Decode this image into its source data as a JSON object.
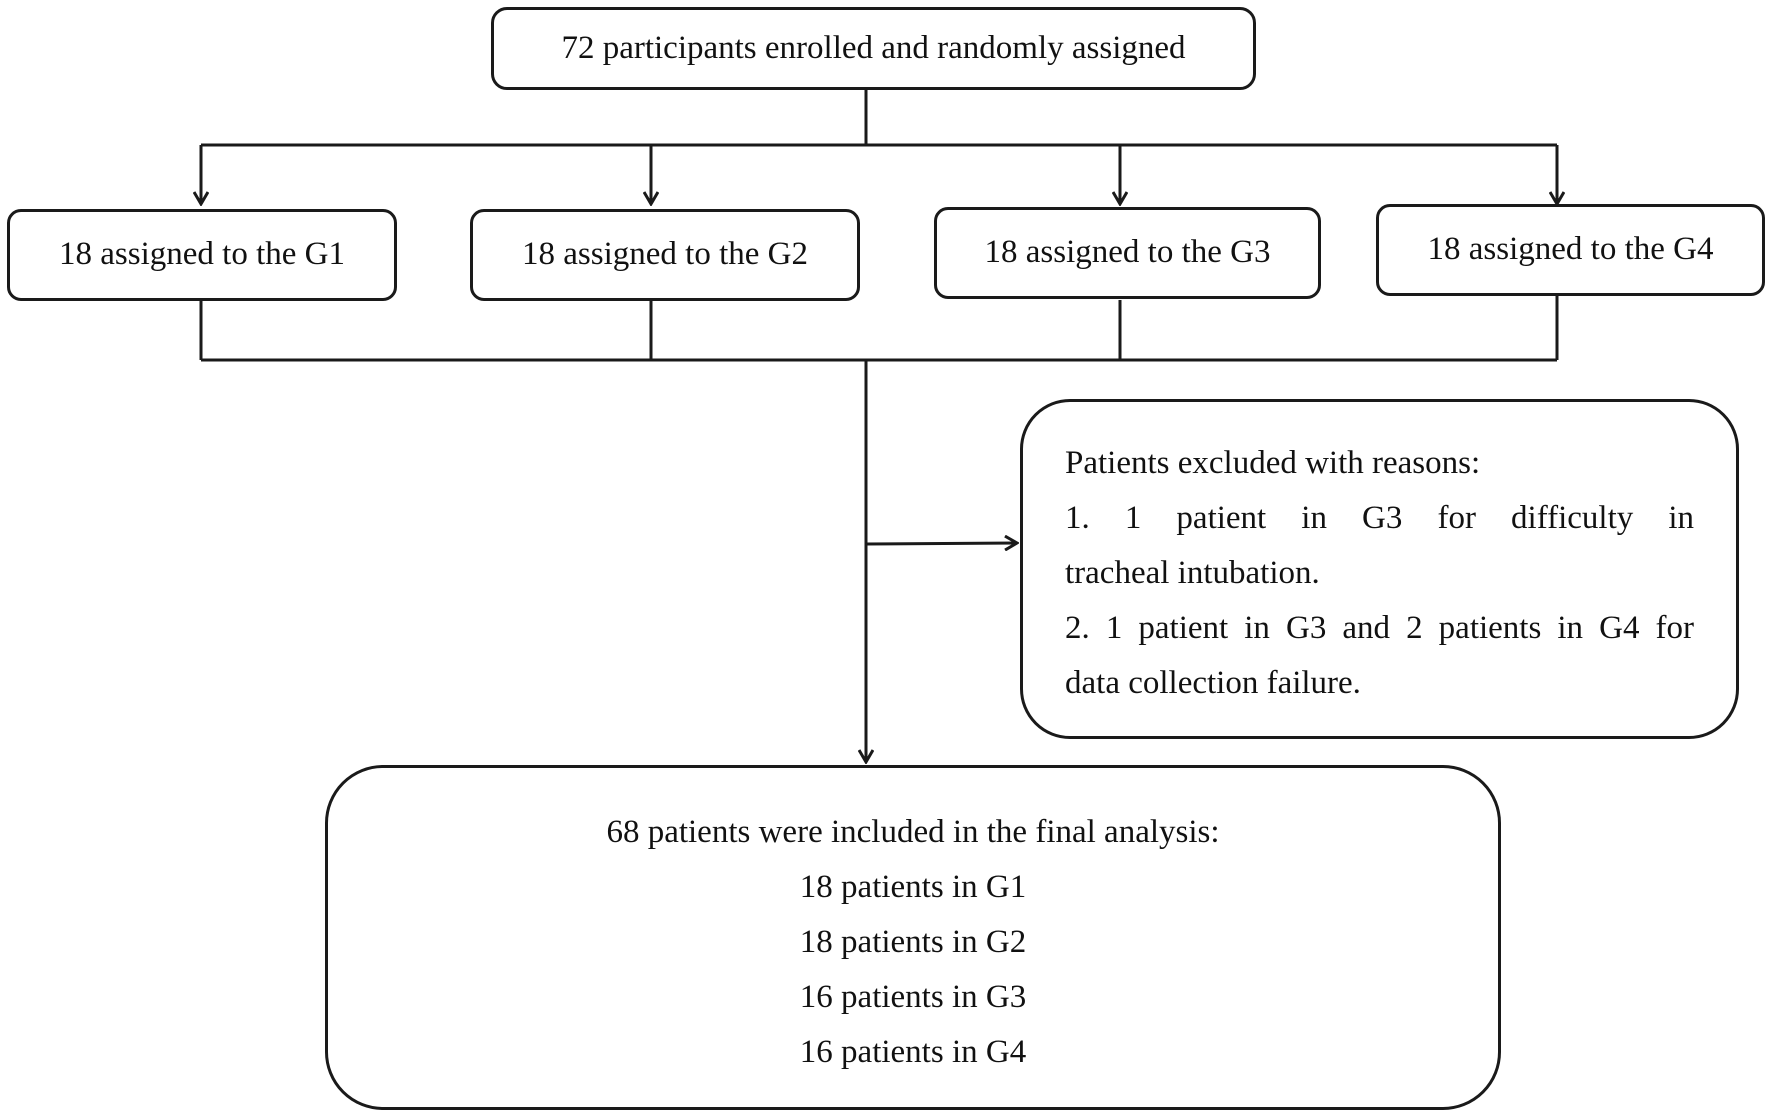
{
  "enrollment": {
    "label": "72 participants enrolled and randomly assigned"
  },
  "groups": [
    {
      "label": "18 assigned to the G1"
    },
    {
      "label": "18 assigned to the G2"
    },
    {
      "label": "18 assigned to the G3"
    },
    {
      "label": "18 assigned to the G4"
    }
  ],
  "exclusion": {
    "title": "Patients excluded with reasons:",
    "line1a": "1. 1 patient in G3 for difficulty in",
    "line1b": "tracheal intubation.",
    "line2a": "2.  1 patient in G3 and 2 patients in G4 for",
    "line2b": "data collection failure."
  },
  "final": {
    "title": "68 patients were included in the final analysis:",
    "items": [
      "18 patients in G1",
      "18 patients in G2",
      "16 patients in G3",
      "16 patients in G4"
    ]
  }
}
